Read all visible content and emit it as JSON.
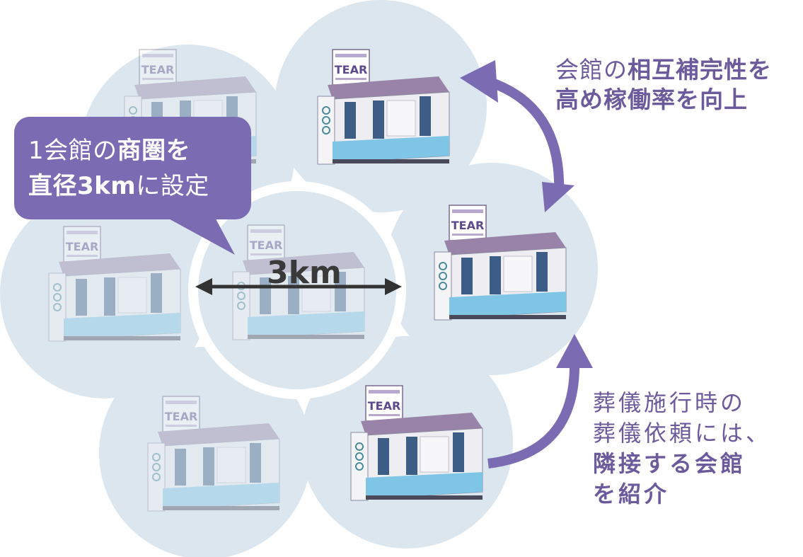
{
  "callout": {
    "line1_plain": "1会館の",
    "line1_bold": "商圏を",
    "line2_bold": "直径3km",
    "line2_plain": "に設定"
  },
  "distance_label": "3km",
  "note_top": {
    "line1_plain": "会館の",
    "line1_bold": "相互補完性を",
    "line2_bold": "高め稼働率を向上"
  },
  "note_bottom": {
    "line1": "葬儀施行時の",
    "line2": "葬儀依頼には、",
    "line3_bold": "隣接する会館",
    "line4_bold": "を紹介"
  },
  "building_sign": "TEAR",
  "colors": {
    "circle": "#dbe6ee",
    "accent_purple": "#7b6bb3",
    "text_purple": "#6c5b9c",
    "arrow_dark": "#333333"
  }
}
